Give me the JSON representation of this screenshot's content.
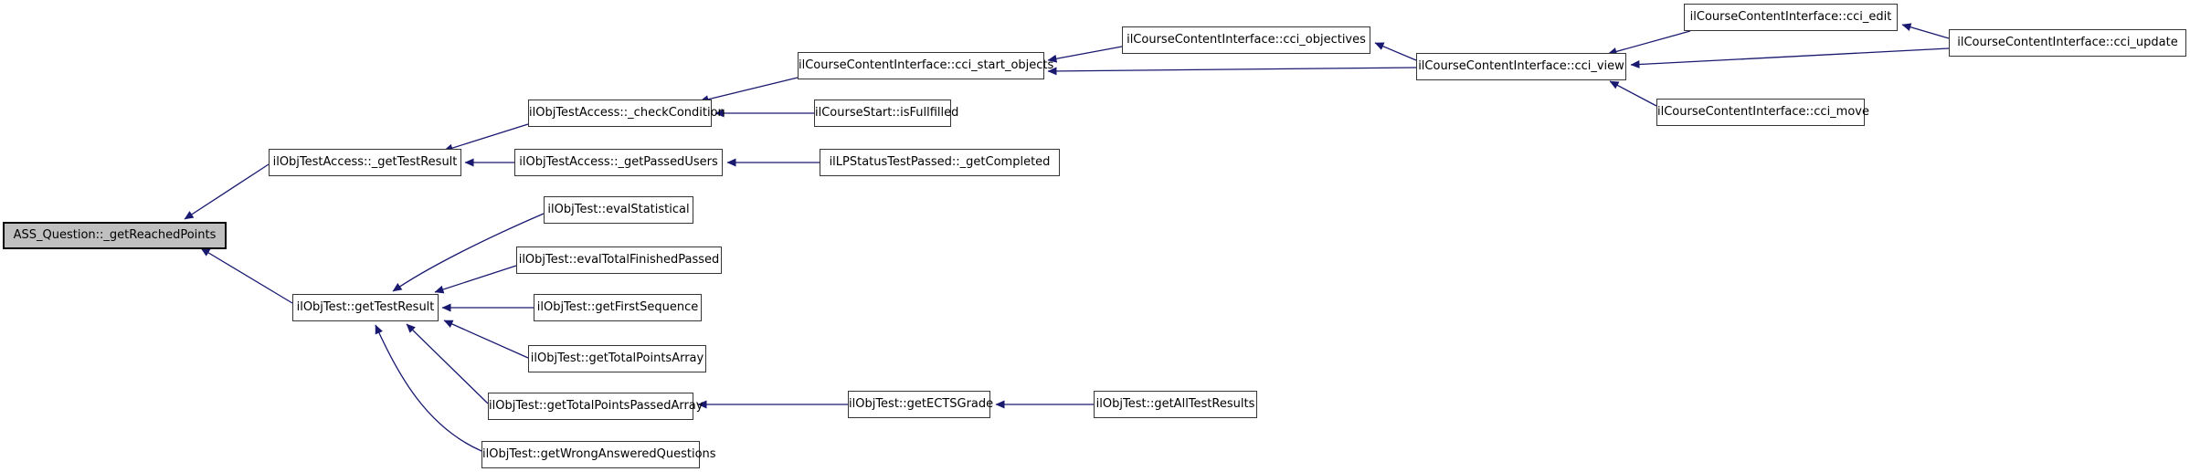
{
  "graph": {
    "type": "caller-graph",
    "background_color": "#ffffff",
    "edge_color": "#191970",
    "node_fill": "#ffffff",
    "node_border_color": "#353535",
    "highlight_fill": "#c0c0c0",
    "highlight_border_color": "#000000",
    "nodes": [
      {
        "label": "ASS_Question::_getReachedPoints",
        "highlighted": true
      },
      {
        "label": "ilObjTestAccess::_getTestResult",
        "highlighted": false
      },
      {
        "label": "ilObjTestAccess::_checkCondition",
        "highlighted": false
      },
      {
        "label": "ilObjTestAccess::_getPassedUsers",
        "highlighted": false
      },
      {
        "label": "ilCourseContentInterface::cci_start_objects",
        "highlighted": false
      },
      {
        "label": "ilCourseStart::isFullfilled",
        "highlighted": false
      },
      {
        "label": "ilLPStatusTestPassed::_getCompleted",
        "highlighted": false
      },
      {
        "label": "ilCourseContentInterface::cci_objectives",
        "highlighted": false
      },
      {
        "label": "ilCourseContentInterface::cci_view",
        "highlighted": false
      },
      {
        "label": "ilCourseContentInterface::cci_edit",
        "highlighted": false
      },
      {
        "label": "ilCourseContentInterface::cci_update",
        "highlighted": false
      },
      {
        "label": "ilCourseContentInterface::cci_move",
        "highlighted": false
      },
      {
        "label": "ilObjTest::evalStatistical",
        "highlighted": false
      },
      {
        "label": "ilObjTest::evalTotalFinishedPassed",
        "highlighted": false
      },
      {
        "label": "ilObjTest::getTestResult",
        "highlighted": false
      },
      {
        "label": "ilObjTest::getFirstSequence",
        "highlighted": false
      },
      {
        "label": "ilObjTest::getTotalPointsArray",
        "highlighted": false
      },
      {
        "label": "ilObjTest::getTotalPointsPassedArray",
        "highlighted": false
      },
      {
        "label": "ilObjTest::getWrongAnsweredQuestions",
        "highlighted": false
      },
      {
        "label": "ilObjTest::getECTSGrade",
        "highlighted": false
      },
      {
        "label": "ilObjTest::getAllTestResults",
        "highlighted": false
      }
    ],
    "edges": [
      {
        "from": "ilObjTestAccess::_getTestResult",
        "to": "ASS_Question::_getReachedPoints"
      },
      {
        "from": "ilObjTest::getTestResult",
        "to": "ASS_Question::_getReachedPoints"
      },
      {
        "from": "ilObjTestAccess::_checkCondition",
        "to": "ilObjTestAccess::_getTestResult"
      },
      {
        "from": "ilObjTestAccess::_getPassedUsers",
        "to": "ilObjTestAccess::_getTestResult"
      },
      {
        "from": "ilCourseContentInterface::cci_start_objects",
        "to": "ilObjTestAccess::_checkCondition"
      },
      {
        "from": "ilCourseStart::isFullfilled",
        "to": "ilObjTestAccess::_checkCondition"
      },
      {
        "from": "ilCourseContentInterface::cci_objectives",
        "to": "ilCourseContentInterface::cci_start_objects"
      },
      {
        "from": "ilCourseContentInterface::cci_view",
        "to": "ilCourseContentInterface::cci_start_objects"
      },
      {
        "from": "ilCourseContentInterface::cci_view",
        "to": "ilCourseContentInterface::cci_objectives"
      },
      {
        "from": "ilCourseContentInterface::cci_edit",
        "to": "ilCourseContentInterface::cci_view"
      },
      {
        "from": "ilCourseContentInterface::cci_update",
        "to": "ilCourseContentInterface::cci_edit"
      },
      {
        "from": "ilCourseContentInterface::cci_update",
        "to": "ilCourseContentInterface::cci_view"
      },
      {
        "from": "ilCourseContentInterface::cci_move",
        "to": "ilCourseContentInterface::cci_view"
      },
      {
        "from": "ilLPStatusTestPassed::_getCompleted",
        "to": "ilObjTestAccess::_getPassedUsers"
      },
      {
        "from": "ilObjTest::evalStatistical",
        "to": "ilObjTest::getTestResult"
      },
      {
        "from": "ilObjTest::evalTotalFinishedPassed",
        "to": "ilObjTest::getTestResult"
      },
      {
        "from": "ilObjTest::getFirstSequence",
        "to": "ilObjTest::getTestResult"
      },
      {
        "from": "ilObjTest::getTotalPointsArray",
        "to": "ilObjTest::getTestResult"
      },
      {
        "from": "ilObjTest::getTotalPointsPassedArray",
        "to": "ilObjTest::getTestResult"
      },
      {
        "from": "ilObjTest::getWrongAnsweredQuestions",
        "to": "ilObjTest::getTestResult"
      },
      {
        "from": "ilObjTest::getECTSGrade",
        "to": "ilObjTest::getTotalPointsPassedArray"
      },
      {
        "from": "ilObjTest::getAllTestResults",
        "to": "ilObjTest::getECTSGrade"
      }
    ]
  }
}
